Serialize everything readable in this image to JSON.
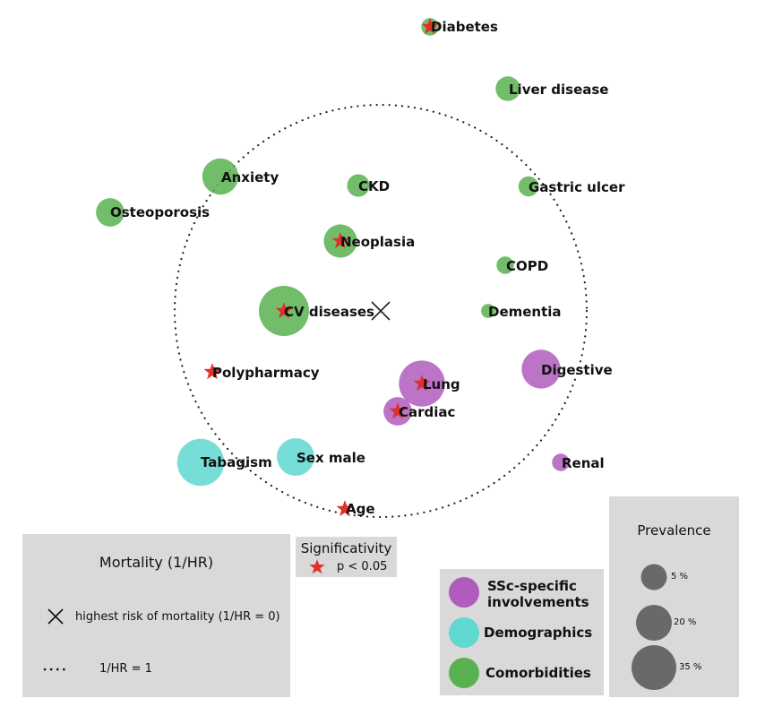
{
  "chart_data": {
    "type": "scatter",
    "title": "",
    "colors": {
      "ssc": "#b05cbd",
      "demographics": "#5fd8d0",
      "comorbidities": "#58b24f",
      "star": "#e0302c"
    },
    "points": [
      {
        "name": "Diabetes",
        "group": "comorbidities",
        "prevalence": 3,
        "significant": true
      },
      {
        "name": "Liver disease",
        "group": "comorbidities",
        "prevalence": 6,
        "significant": false
      },
      {
        "name": "Anxiety",
        "group": "comorbidities",
        "prevalence": 13,
        "significant": false
      },
      {
        "name": "CKD",
        "group": "comorbidities",
        "prevalence": 5,
        "significant": false
      },
      {
        "name": "Gastric ulcer",
        "group": "comorbidities",
        "prevalence": 4,
        "significant": false
      },
      {
        "name": "Osteoporosis",
        "group": "comorbidities",
        "prevalence": 8,
        "significant": false
      },
      {
        "name": "Neoplasia",
        "group": "comorbidities",
        "prevalence": 11,
        "significant": true
      },
      {
        "name": "COPD",
        "group": "comorbidities",
        "prevalence": 3,
        "significant": false
      },
      {
        "name": "CV diseases",
        "group": "comorbidities",
        "prevalence": 25,
        "significant": true
      },
      {
        "name": "Dementia",
        "group": "comorbidities",
        "prevalence": 2,
        "significant": false
      },
      {
        "name": "Digestive",
        "group": "ssc",
        "prevalence": 15,
        "significant": false
      },
      {
        "name": "Polypharmacy",
        "group": "comorbidities",
        "prevalence": 0,
        "significant": true
      },
      {
        "name": "Lung",
        "group": "ssc",
        "prevalence": 21,
        "significant": true
      },
      {
        "name": "Cardiac",
        "group": "ssc",
        "prevalence": 8,
        "significant": true
      },
      {
        "name": "Tabagism",
        "group": "demographics",
        "prevalence": 22,
        "significant": false
      },
      {
        "name": "Sex male",
        "group": "demographics",
        "prevalence": 14,
        "significant": false
      },
      {
        "name": "Renal",
        "group": "ssc",
        "prevalence": 3,
        "significant": false
      },
      {
        "name": "Age",
        "group": "demographics",
        "prevalence": 0,
        "significant": true
      }
    ]
  },
  "legend_mortality": {
    "title": "Mortality (1/HR)",
    "cross_label": "highest risk of mortality (1/HR = 0)",
    "dotted_label": "1/HR = 1"
  },
  "legend_significance": {
    "title": "Significativity",
    "star_label": "p < 0.05"
  },
  "legend_groups": [
    {
      "key": "ssc",
      "line1": "SSc-specific",
      "line2": "involvements"
    },
    {
      "key": "demographics",
      "line1": "Demographics",
      "line2": ""
    },
    {
      "key": "comorbidities",
      "line1": "Comorbidities",
      "line2": ""
    }
  ],
  "legend_prevalence": {
    "title": "Prevalence",
    "items": [
      {
        "value": 5,
        "label": "5 %"
      },
      {
        "value": 20,
        "label": "20 %"
      },
      {
        "value": 35,
        "label": "35 %"
      }
    ]
  }
}
